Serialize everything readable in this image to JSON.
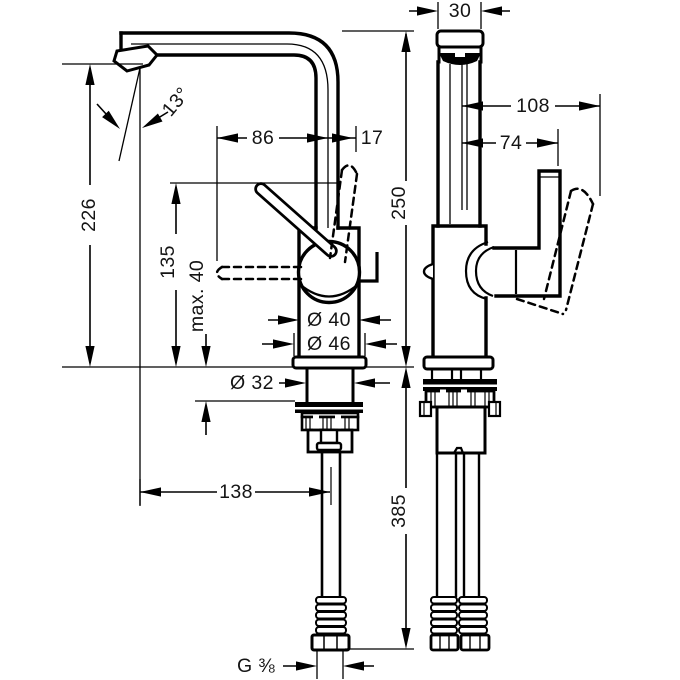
{
  "dims": {
    "spout_top_width": "30",
    "handle_reach": "108",
    "handle_depth": "74",
    "spout_outlet_height": "226",
    "spray_angle": "13°",
    "lever_projection": "86",
    "lever_offset": "17",
    "total_height": "250",
    "lever_tip_height": "135",
    "max_deck_thickness": "max. 40",
    "body_diameter": "Ø 40",
    "base_diameter": "Ø 46",
    "shank_diameter": "Ø 32",
    "spout_reach": "138",
    "hose_length": "385",
    "connection_thread": "G ⅜"
  }
}
